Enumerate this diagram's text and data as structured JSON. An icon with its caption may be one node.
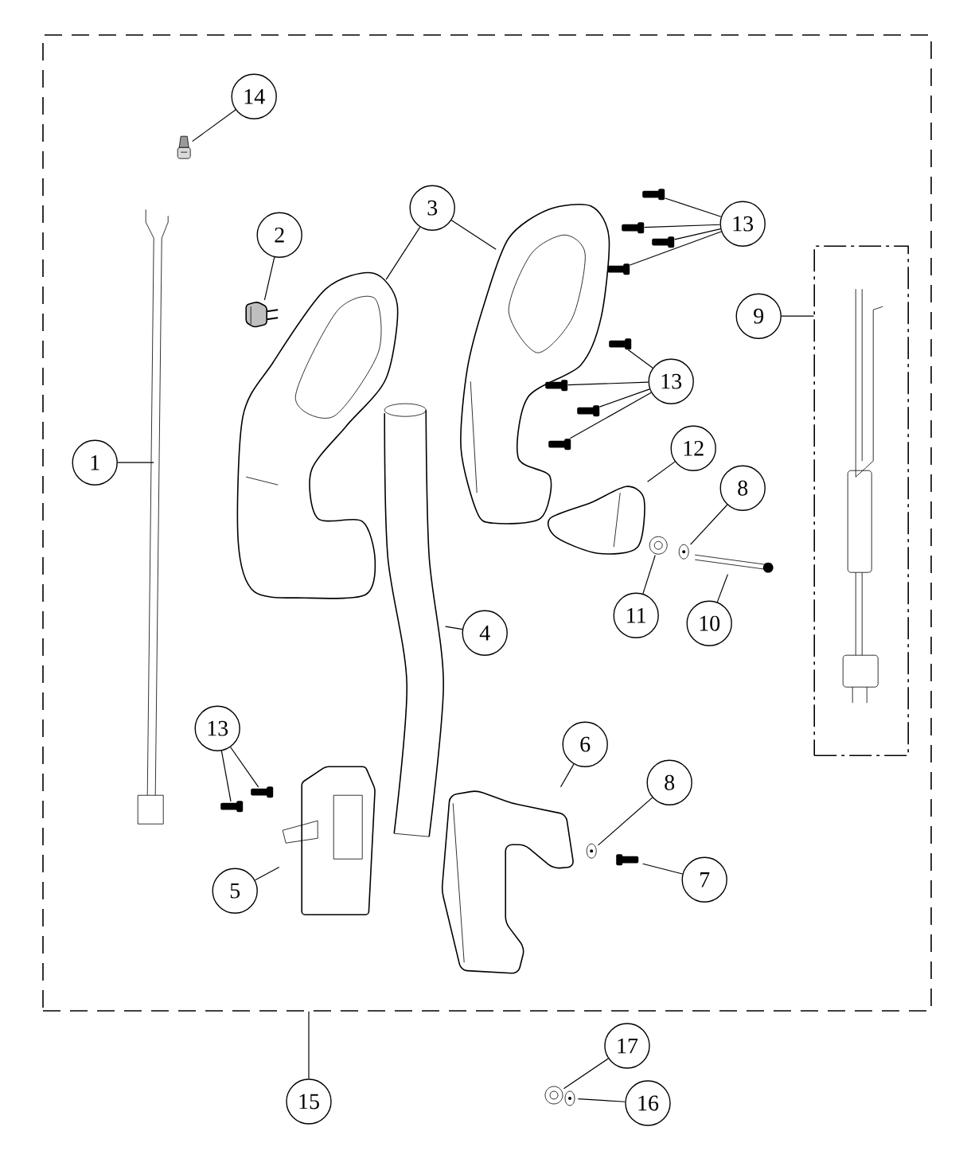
{
  "diagram": {
    "nodes": [
      {
        "text": [],
        "shape": "box"
      },
      {
        "text": [
          "14"
        ],
        "in": 0
      },
      {
        "text": [],
        "shape": "picture",
        "in": 0
      },
      {
        "text": [
          "3"
        ],
        "in": 0
      },
      {
        "text": [
          "13"
        ],
        "in": 0
      },
      {
        "text": [],
        "shape": "picture",
        "in": 0
      },
      {
        "text": [],
        "shape": "picture",
        "in": 0
      },
      {
        "text": [],
        "shape": "picture",
        "in": 0
      },
      {
        "text": [],
        "shape": "picture",
        "in": 0
      },
      {
        "text": [
          "2"
        ],
        "in": 0
      },
      {
        "text": [],
        "shape": "picture",
        "in": 0
      },
      {
        "text": [],
        "shape": "picture",
        "in": 0
      },
      {
        "text": [],
        "shape": "picture",
        "in": 0
      },
      {
        "text": [],
        "shape": "box",
        "in": 0
      },
      {
        "text": [
          "9"
        ],
        "in": 0
      },
      {
        "text": [
          "13"
        ],
        "in": 0
      },
      {
        "text": [],
        "shape": "picture",
        "in": 0
      },
      {
        "text": [],
        "shape": "picture",
        "in": 0
      },
      {
        "text": [],
        "shape": "picture",
        "in": 0
      },
      {
        "text": [],
        "shape": "picture",
        "in": 0
      },
      {
        "text": [
          "12"
        ],
        "in": 0
      },
      {
        "text": [],
        "shape": "picture",
        "in": 0
      },
      {
        "text": [
          "1"
        ],
        "in": 0
      },
      {
        "text": [],
        "shape": "picture",
        "in": 0
      },
      {
        "text": [
          "8"
        ],
        "in": 0
      },
      {
        "text": [],
        "shape": "picture",
        "in": 0
      },
      {
        "text": [],
        "shape": "picture",
        "in": 0
      },
      {
        "text": [],
        "shape": "picture",
        "in": 0
      },
      {
        "text": [
          "11"
        ],
        "in": 0
      },
      {
        "text": [
          "10"
        ],
        "in": 0
      },
      {
        "text": [
          "4"
        ],
        "in": 0
      },
      {
        "text": [],
        "shape": "picture",
        "in": 0
      },
      {
        "text": [
          "13"
        ],
        "in": 0
      },
      {
        "text": [],
        "shape": "picture",
        "in": 0
      },
      {
        "text": [],
        "shape": "picture",
        "in": 0
      },
      {
        "text": [
          "6"
        ],
        "in": 0
      },
      {
        "text": [
          "8"
        ],
        "in": 0
      },
      {
        "text": [],
        "shape": "picture",
        "in": 0
      },
      {
        "text": [],
        "shape": "picture",
        "in": 0
      },
      {
        "text": [],
        "shape": "picture",
        "in": 0
      },
      {
        "text": [
          "5"
        ],
        "in": 0
      },
      {
        "text": [],
        "shape": "picture",
        "in": 0
      },
      {
        "text": [
          "7"
        ],
        "in": 0
      },
      {
        "text": [
          "15"
        ]
      },
      {
        "text": [
          "17"
        ]
      },
      {
        "text": [],
        "shape": "picture"
      },
      {
        "text": [],
        "shape": "picture"
      },
      {
        "text": [
          "16"
        ]
      }
    ],
    "edges": [
      {
        "from": 1,
        "to": 2,
        "arrow": "none"
      },
      {
        "from": 3,
        "to": 10,
        "arrow": "none"
      },
      {
        "from": 3,
        "to": 11,
        "arrow": "none"
      },
      {
        "from": 4,
        "to": 5,
        "arrow": "none"
      },
      {
        "from": 4,
        "to": 6,
        "arrow": "none"
      },
      {
        "from": 4,
        "to": 7,
        "arrow": "none"
      },
      {
        "from": 4,
        "to": 8,
        "arrow": "none"
      },
      {
        "from": 9,
        "to": 12,
        "arrow": "none"
      },
      {
        "from": 14,
        "to": 13,
        "arrow": "none"
      },
      {
        "from": 15,
        "to": 16,
        "arrow": "none"
      },
      {
        "from": 15,
        "to": 17,
        "arrow": "none"
      },
      {
        "from": 15,
        "to": 18,
        "arrow": "none"
      },
      {
        "from": 15,
        "to": 19,
        "arrow": "none"
      },
      {
        "from": 20,
        "to": 21,
        "arrow": "none"
      },
      {
        "from": 22,
        "to": 23,
        "arrow": "none"
      },
      {
        "from": 24,
        "to": 26,
        "arrow": "none"
      },
      {
        "from": 28,
        "to": 25,
        "arrow": "none"
      },
      {
        "from": 29,
        "to": 27,
        "arrow": "none"
      },
      {
        "from": 30,
        "to": 31,
        "arrow": "none"
      },
      {
        "from": 32,
        "to": 33,
        "arrow": "none"
      },
      {
        "from": 32,
        "to": 34,
        "arrow": "none"
      },
      {
        "from": 35,
        "to": 39,
        "arrow": "none"
      },
      {
        "from": 36,
        "to": 37,
        "arrow": "none"
      },
      {
        "from": 40,
        "to": 41,
        "arrow": "none"
      },
      {
        "from": 42,
        "to": 38,
        "arrow": "none"
      },
      {
        "from": 43,
        "to": 0,
        "arrow": "none"
      },
      {
        "from": 44,
        "to": 45,
        "arrow": "none"
      },
      {
        "from": 47,
        "to": 46,
        "arrow": "none"
      }
    ]
  }
}
